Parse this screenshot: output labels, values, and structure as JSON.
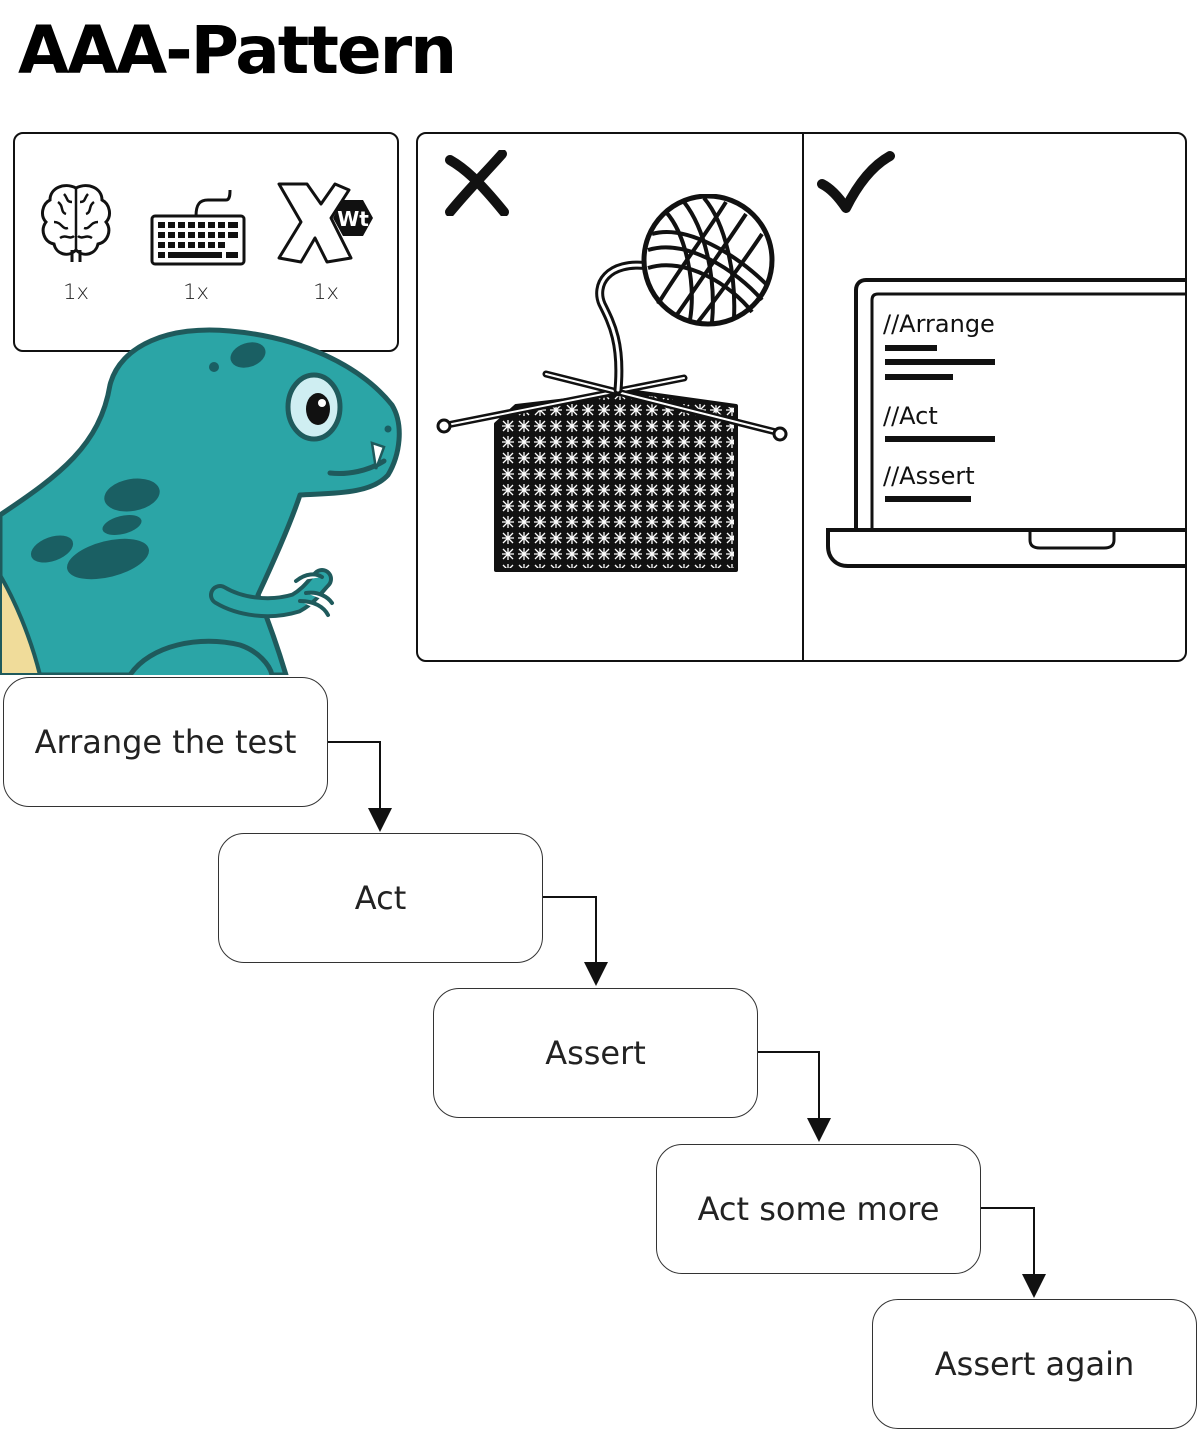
{
  "title": "AAA-Pattern",
  "requirements": [
    {
      "icon": "brain-icon",
      "count": "1x"
    },
    {
      "icon": "keyboard-icon",
      "count": "1x"
    },
    {
      "icon": "xwt-logo-icon",
      "count": "1x",
      "logo_text": "Wt"
    }
  ],
  "comparison": {
    "bad_mark": "cross-icon",
    "good_mark": "check-icon",
    "code_comments": [
      "//Arrange",
      "//Act",
      "//Assert"
    ]
  },
  "flow_steps": [
    "Arrange the test",
    "Act",
    "Assert",
    "Act some more",
    "Assert again"
  ],
  "colors": {
    "dino": "#2ba5a6",
    "dino_dark": "#1a5f63",
    "dino_belly": "#f0dc9a",
    "outline": "#111111"
  }
}
